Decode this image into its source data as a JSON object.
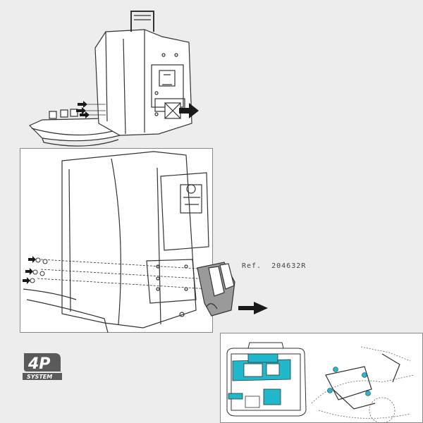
{
  "reference": {
    "label": "Ref.  204632R"
  },
  "logo": {
    "text_main": "4P",
    "text_sub": "SYSTEM"
  },
  "colors": {
    "background": "#ededed",
    "panel": "#ffffff",
    "line": "#333333",
    "accent": "#22b8cc",
    "arrow": "#1a1a1a"
  },
  "icons": [
    "arrow-right-icon",
    "bolt-icon",
    "4p-system-logo"
  ]
}
